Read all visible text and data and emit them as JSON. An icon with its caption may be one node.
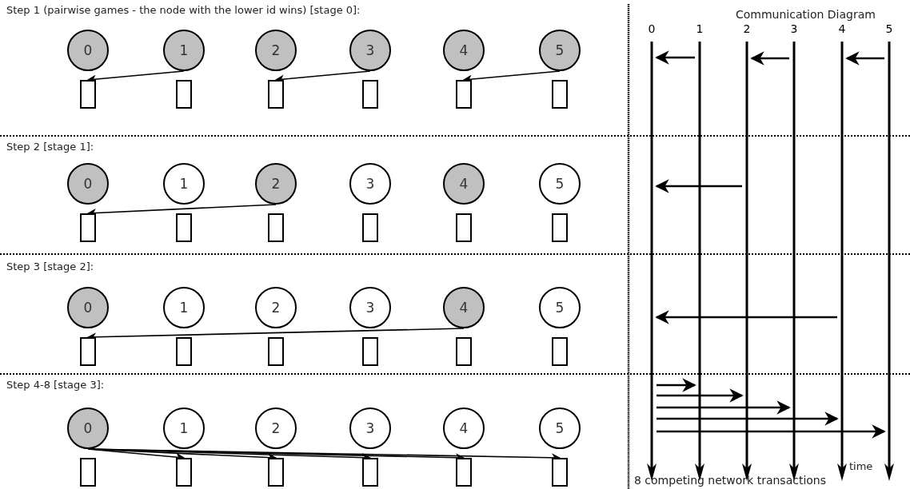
{
  "diagram": {
    "nodes": [
      {
        "text": [
          "0"
        ]
      },
      {
        "text": [
          "1"
        ]
      },
      {
        "text": [
          "2"
        ]
      },
      {
        "text": [
          "3"
        ]
      },
      {
        "text": [
          "4"
        ]
      },
      {
        "text": [
          "5"
        ]
      },
      {
        "text": [],
        "shape": "box"
      },
      {
        "text": [],
        "shape": "box"
      },
      {
        "text": [],
        "shape": "box"
      },
      {
        "text": [],
        "shape": "box"
      },
      {
        "text": [],
        "shape": "box"
      },
      {
        "text": [],
        "shape": "box"
      },
      {
        "text": [
          "0"
        ]
      },
      {
        "text": [
          "1"
        ]
      },
      {
        "text": [
          "2"
        ]
      },
      {
        "text": [
          "3"
        ]
      },
      {
        "text": [
          "4"
        ]
      },
      {
        "text": [
          "5"
        ]
      },
      {
        "text": [],
        "shape": "box"
      },
      {
        "text": [],
        "shape": "box"
      },
      {
        "text": [],
        "shape": "box"
      },
      {
        "text": [],
        "shape": "box"
      },
      {
        "text": [],
        "shape": "box"
      },
      {
        "text": [],
        "shape": "box"
      },
      {
        "text": [
          "0"
        ]
      },
      {
        "text": [
          "1"
        ]
      },
      {
        "text": [
          "2"
        ]
      },
      {
        "text": [
          "3"
        ]
      },
      {
        "text": [
          "4"
        ]
      },
      {
        "text": [
          "5"
        ]
      },
      {
        "text": [],
        "shape": "box"
      },
      {
        "text": [],
        "shape": "box"
      },
      {
        "text": [],
        "shape": "box"
      },
      {
        "text": [],
        "shape": "box"
      },
      {
        "text": [],
        "shape": "box"
      },
      {
        "text": [],
        "shape": "box"
      },
      {
        "text": [
          "0"
        ]
      },
      {
        "text": [
          "1"
        ]
      },
      {
        "text": [
          "2"
        ]
      },
      {
        "text": [
          "3"
        ]
      },
      {
        "text": [
          "4"
        ]
      },
      {
        "text": [
          "5"
        ]
      },
      {
        "text": [],
        "shape": "box"
      },
      {
        "text": [],
        "shape": "box"
      },
      {
        "text": [],
        "shape": "box"
      },
      {
        "text": [],
        "shape": "box"
      },
      {
        "text": [],
        "shape": "box"
      },
      {
        "text": [],
        "shape": "box"
      },
      {
        "text": [
          "0"
        ]
      },
      {
        "text": [
          "1"
        ]
      },
      {
        "text": [
          "2"
        ]
      },
      {
        "text": [
          "3"
        ]
      },
      {
        "text": [
          "4"
        ]
      },
      {
        "text": [
          "5"
        ]
      }
    ],
    "edges": [
      {
        "from": 1,
        "to": 6,
        "arrow": "to"
      },
      {
        "from": 3,
        "to": 8,
        "arrow": "to"
      },
      {
        "from": 5,
        "to": 10,
        "arrow": "to"
      },
      {
        "from": 14,
        "to": 18,
        "arrow": "to"
      },
      {
        "from": 28,
        "to": 30,
        "arrow": "to"
      },
      {
        "from": 36,
        "to": 43,
        "arrow": "to"
      },
      {
        "from": 36,
        "to": 44,
        "arrow": "to"
      },
      {
        "from": 36,
        "to": 45,
        "arrow": "to"
      },
      {
        "from": 36,
        "to": 46,
        "arrow": "to"
      },
      {
        "from": 36,
        "to": 47,
        "arrow": "to"
      },
      {
        "from": 49,
        "to": 48,
        "arrow": "to"
      },
      {
        "from": 51,
        "to": 50,
        "arrow": "to"
      },
      {
        "from": 53,
        "to": 52,
        "arrow": "to"
      },
      {
        "from": 50,
        "to": 48,
        "arrow": "to"
      },
      {
        "from": 52,
        "to": 48,
        "arrow": "to"
      },
      {
        "from": 48,
        "to": 49,
        "arrow": "to"
      },
      {
        "from": 48,
        "to": 50,
        "arrow": "to"
      },
      {
        "from": 48,
        "to": 51,
        "arrow": "to"
      },
      {
        "from": 48,
        "to": 52,
        "arrow": "to"
      },
      {
        "from": 48,
        "to": 53,
        "arrow": "to"
      }
    ],
    "labels": [
      "Step 1 (pairwise games -  the node with the lower id wins) [stage 0]:",
      "Communication Diagram",
      "Step 2  [stage 1]:",
      "Step 3 [stage 2]:",
      "Step 4-8 [stage 3]:",
      "time",
      "8 competing network transactions"
    ]
  }
}
